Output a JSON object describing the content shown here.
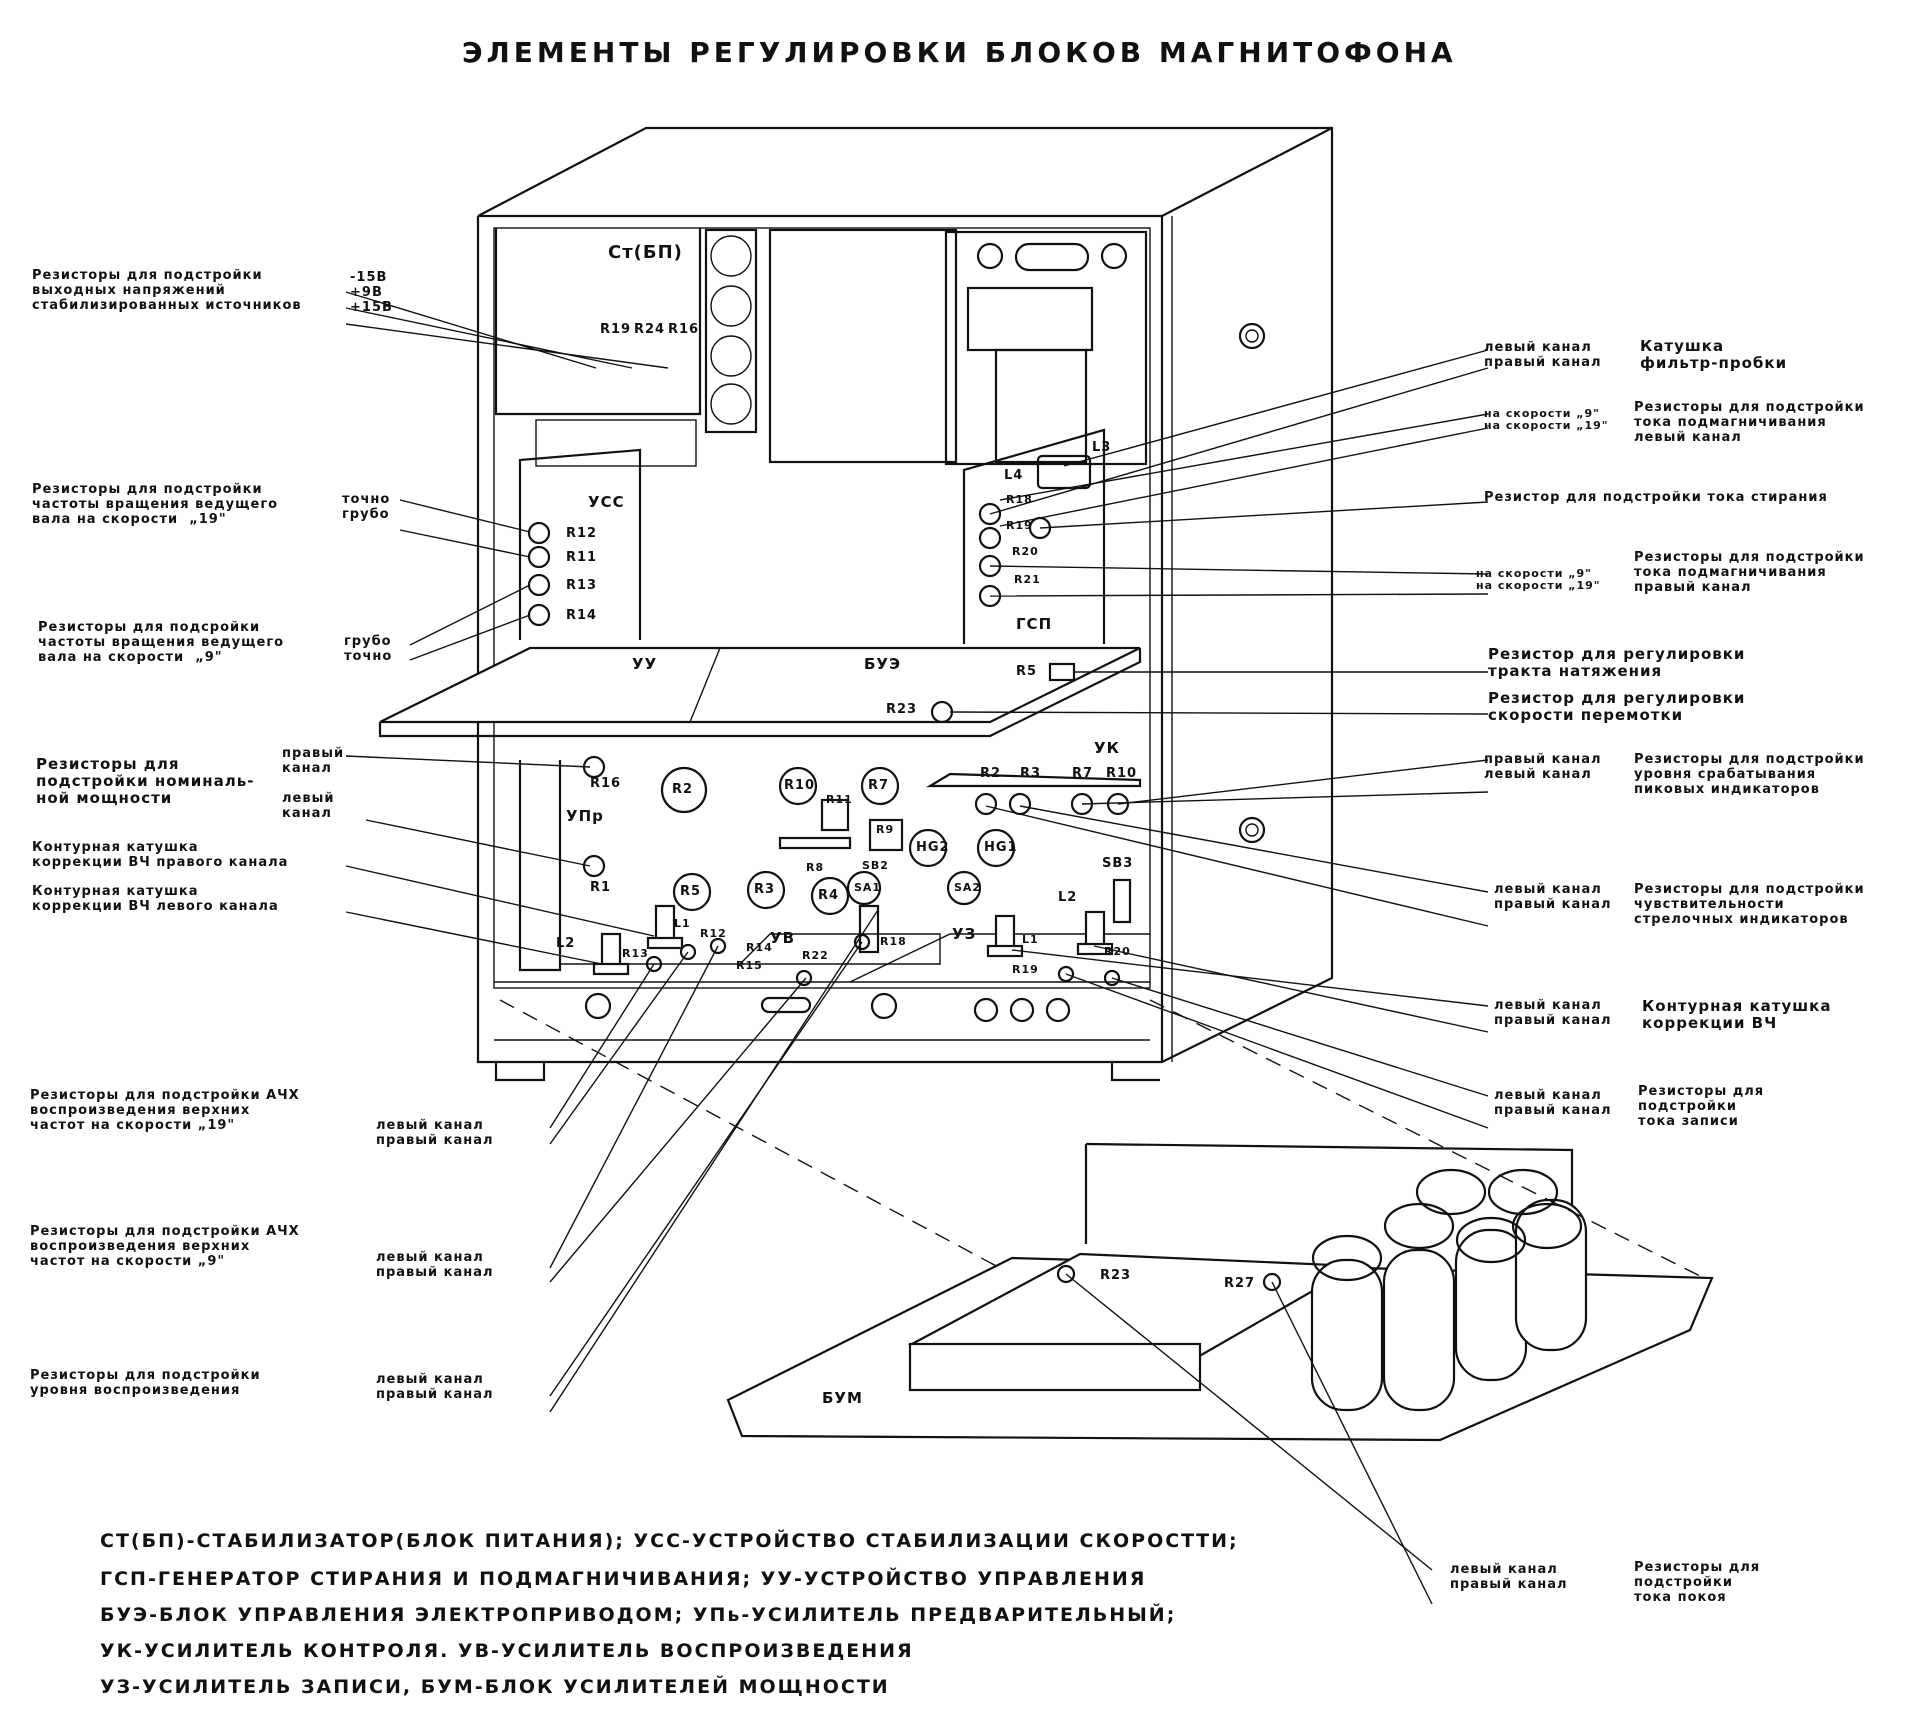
{
  "title": "ЭЛЕМЕНТЫ РЕГУЛИРОВКИ БЛОКОВ МАГНИТОФОНА",
  "blocks": {
    "st": "Ст(БП)",
    "uss": "УСС",
    "gsp": "ГСП",
    "uu": "УУ",
    "bue": "БУЭ",
    "uk": "УК",
    "upr": "УПр",
    "uv": "УВ",
    "uz": "УЗ",
    "bum": "БУМ"
  },
  "components": {
    "st_r19": "R19",
    "st_r24": "R24",
    "st_r16": "R16",
    "uss_r12": "R12",
    "uss_r11": "R11",
    "uss_r13": "R13",
    "uss_r14": "R14",
    "gsp_l4": "L4",
    "gsp_l3": "L3",
    "gsp_r18": "R18",
    "gsp_r19": "R19",
    "gsp_r20": "R20",
    "gsp_r21": "R21",
    "bue_r5": "R5",
    "bue_r23": "R23",
    "uk_r2": "R2",
    "uk_r3": "R3",
    "uk_r7": "R7",
    "uk_r10": "R10",
    "upr_r16": "R16",
    "upr_r1": "R1",
    "uv_r2": "R2",
    "uv_r10": "R10",
    "uv_r7": "R7",
    "uv_r5": "R5",
    "uv_r3": "R3",
    "uv_r4": "R4",
    "uv_r11": "R11",
    "uv_r12": "R12",
    "uv_r13": "R13",
    "uv_r14": "R14",
    "uv_r15": "R15",
    "uv_r22": "R22",
    "uv_r18": "R18",
    "uv_r8": "R8",
    "uv_r9": "R9",
    "hg2": "HG2",
    "hg1": "HG1",
    "sa1": "SA1",
    "sa2": "SA2",
    "sb2": "SB2",
    "sb3": "SB3",
    "l2_left": "L2",
    "l1_left": "L1",
    "l2_right": "L2",
    "l1_right": "L1",
    "uz_r19": "R19",
    "uz_r20": "R20",
    "bum_r23": "R23",
    "bum_r27": "R27"
  },
  "left_labels": {
    "stab": "Резисторы для подстройки\nвыходных напряжений\nстабилизированных источников",
    "stab_v": "-15В\n+9В\n+15В",
    "speed19": "Резисторы для подстройки\nчастоты вращения ведущего\nвала на скорости  „19\"",
    "speed19_opts": "точно\nгрубо",
    "speed9": "Резисторы для подсройки\nчастоты вращения ведущего\nвала на скорости  „9\"",
    "speed9_opts": "грубо\nточно",
    "power": "Резисторы для\nподстройки номиналь-\nной мощности",
    "power_ch": "правый\nканал\n\nлевый\nканал",
    "coil_r": "Контурная катушка\nкоррекции ВЧ правого канала",
    "coil_l": "Контурная катушка\nкоррекции ВЧ левого канала",
    "afc19": "Резисторы для подстройки АЧХ\nвоспроизведения верхних\nчастот на скорости „19\"",
    "afc19_ch": "левый канал\nправый канал",
    "afc9": "Резисторы для подстройки АЧХ\nвоспроизведения верхних\nчастот на скорости „9\"",
    "afc9_ch": "левый канал\nправый канал",
    "play": "Резисторы для подстройки\nуровня воспроизведения",
    "play_ch": "левый канал\nправый канал"
  },
  "right_labels": {
    "filter_ch": "левый канал\nправый канал",
    "filter": "Катушка\nфильтр-пробки",
    "bias_l_sp": "на скорости „9\"\nна скорости „19\"",
    "bias_l": "Резисторы для подстройки\nтока подмагничивания\nлевый канал",
    "erase": "Резистор для подстройки тока стирания",
    "bias_r_sp": "на скорости „9\"\nна скорости „19\"",
    "bias_r": "Резисторы для подстройки\nтока подмагничивания\nправый канал",
    "tension": "Резистор для регулировки\nтракта натяжения",
    "rewind": "Резистор для регулировки\nскорости перемотки",
    "peak_ch": "правый канал\nлевый канал",
    "peak": "Резисторы для подстройки\nуровня срабатывания\nпиковых индикаторов",
    "sens_ch": "левый канал\nправый канал",
    "sens": "Резисторы для подстройки\nчувствительности\nстрелочных индикаторов",
    "coilhf_ch": "левый канал\nправый канал",
    "coilhf": "Контурная катушка\nкоррекции ВЧ",
    "rec_ch": "левый канал\nправый канал",
    "rec": "Резисторы для\nподстройки\nтока записи",
    "idle_ch": "левый канал\nправый канал",
    "idle": "Резисторы для\nподстройки\nтока покоя"
  },
  "legend": [
    "СТ(БП)-СТАБИЛИЗАТОР(БЛОК ПИТАНИЯ); УСС-УСТРОЙСТВО СТАБИЛИЗАЦИИ СКОРОСТТИ;",
    "ГСП-ГЕНЕРАТОР СТИРАНИЯ И ПОДМАГНИЧИВАНИЯ; УУ-УСТРОЙСТВО УПРАВЛЕНИЯ",
    "БУЭ-БЛОК УПРАВЛЕНИЯ ЭЛЕКТРОПРИВОДОМ; УПь-УСИЛИТЕЛЬ ПРЕДВАРИТЕЛЬНЫЙ;",
    "УК-УСИЛИТЕЛЬ КОНТРОЛЯ. УВ-УСИЛИТЕЛЬ ВОСПРОИЗВЕДЕНИЯ",
    "УЗ-УСИЛИТЕЛЬ ЗАПИСИ, БУМ-БЛОК УСИЛИТЕЛЕЙ МОЩНОСТИ"
  ]
}
